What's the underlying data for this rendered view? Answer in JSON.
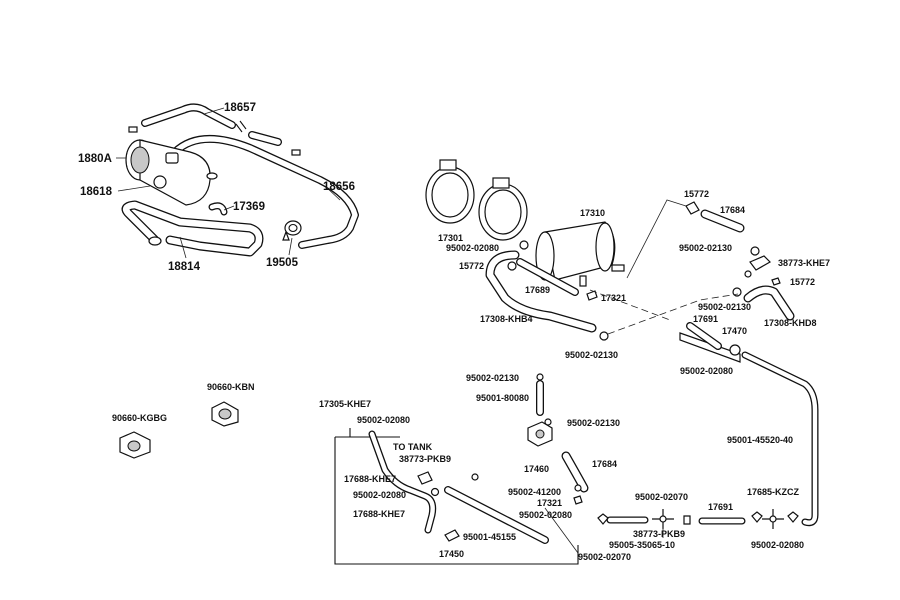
{
  "labels": {
    "p18657": "18657",
    "p1880A": "1880A",
    "p18618": "18618",
    "p18656": "18656",
    "p17369": "17369",
    "p18814": "18814",
    "p19505": "19505",
    "p17301": "17301",
    "p17310": "17310",
    "p95002_02080_a": "95002-02080",
    "p15772_a": "15772",
    "p17689": "17689",
    "p17321_a": "17321",
    "p17308_KHB4": "17308-KHB4",
    "p95002_02130_a": "95002-02130",
    "p15772_b": "15772",
    "p17684_a": "17684",
    "p95002_02130_b": "95002-02130",
    "p38773_KHE7": "38773-KHE7",
    "p15772_c": "15772",
    "p95002_02130_c": "95002-02130",
    "p17308_KHD8": "17308-KHD8",
    "p17691_a": "17691",
    "p17470": "17470",
    "p95002_02080_b": "95002-02080",
    "p90660_KBN": "90660-KBN",
    "p90660_KGBG": "90660-KGBG",
    "p17305_KHE7": "17305-KHE7",
    "p95002_02080_c": "95002-02080",
    "to_tank": "TO TANK",
    "p38773_PKB9_a": "38773-PKB9",
    "p17688_KHE7_a": "17688-KHE7",
    "p95002_02080_d": "95002-02080",
    "p17688_KHE7_b": "17688-KHE7",
    "p17450": "17450",
    "p95001_45155": "95001-45155",
    "p95002_02130_d": "95002-02130",
    "p95001_80080": "95001-80080",
    "p95002_02130_e": "95002-02130",
    "p17460": "17460",
    "p17684_b": "17684",
    "p95002_41200": "95002-41200",
    "p17321_b": "17321",
    "p95002_02080_e": "95002-02080",
    "p95002_02070_a": "95002-02070",
    "p95002_02070_b": "95002-02070",
    "p38773_PKB9_b": "38773-PKB9",
    "p95005_35065_10": "95005-35065-10",
    "p17691_b": "17691",
    "p17685_KZCZ": "17685-KZCZ",
    "p95002_02080_f": "95002-02080",
    "p95001_45520_40": "95001-45520-40"
  }
}
